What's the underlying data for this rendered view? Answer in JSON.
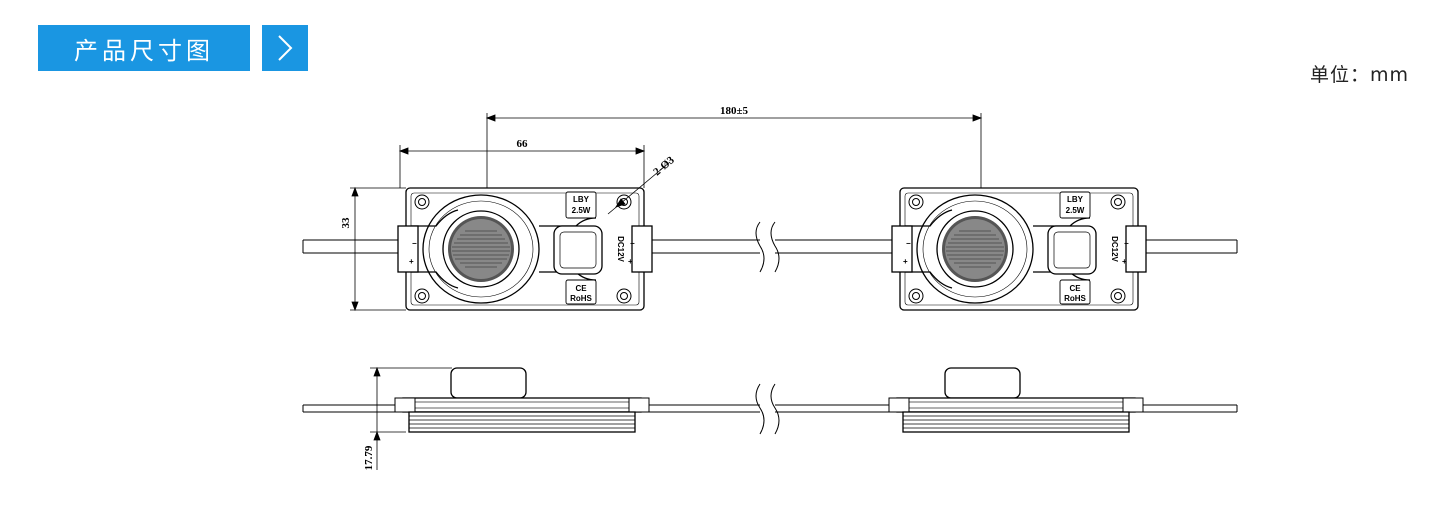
{
  "header": {
    "title": "产品尺寸图",
    "chevron_icon": "chevron-right-icon",
    "accent_color": "#1a96e2"
  },
  "unit": "单位：mm",
  "dimensions": {
    "pitch": "180±5",
    "width": "66",
    "height": "33",
    "hole": "2-Ø3",
    "thickness": "17.79"
  },
  "module_labels": {
    "brand": "LBY",
    "power": "2.5W",
    "voltage": "DC12V",
    "cert_ce": "CE",
    "cert_rohs": "RoHS",
    "plus": "+",
    "minus": "−"
  }
}
